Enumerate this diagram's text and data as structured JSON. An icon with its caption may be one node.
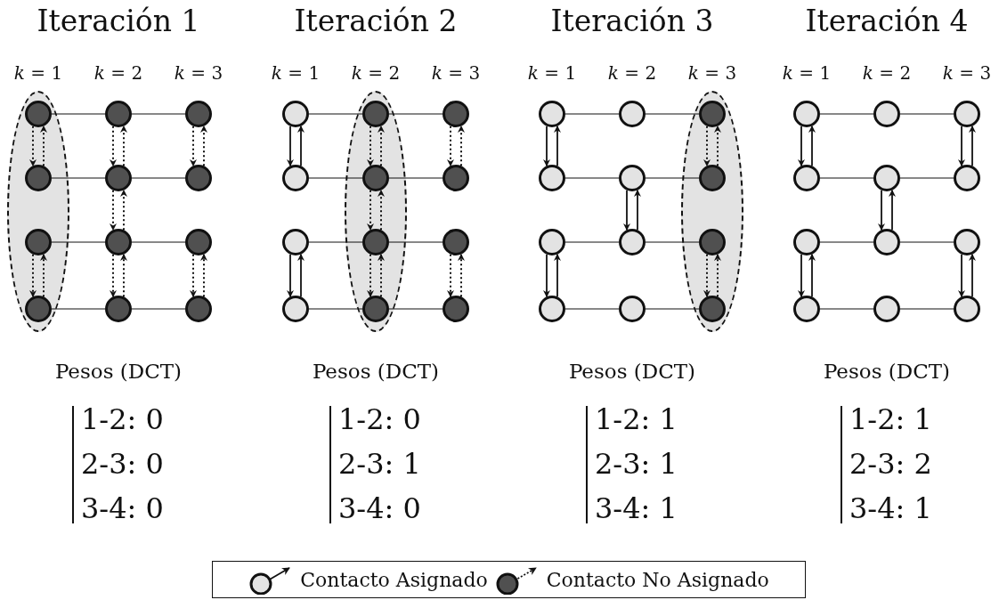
{
  "diagram": {
    "nodes": [
      {
        "text": [],
        "shape": "ellipse"
      },
      {
        "text": [],
        "shape": "circle",
        "in": 0
      },
      {
        "text": [],
        "shape": "circle"
      },
      {
        "text": [],
        "shape": "circle"
      },
      {
        "text": [],
        "shape": "circle",
        "in": 0
      },
      {
        "text": [],
        "shape": "circle"
      },
      {
        "text": [],
        "shape": "circle"
      },
      {
        "text": [],
        "shape": "circle",
        "in": 0
      },
      {
        "text": [],
        "shape": "circle"
      },
      {
        "text": [],
        "shape": "circle"
      },
      {
        "text": [],
        "shape": "circle",
        "in": 0
      },
      {
        "text": [],
        "shape": "circle"
      },
      {
        "text": [],
        "shape": "circle"
      },
      {
        "text": [],
        "shape": "ellipse"
      },
      {
        "text": [],
        "shape": "circle"
      },
      {
        "text": [],
        "shape": "circle",
        "in": 13
      },
      {
        "text": [],
        "shape": "circle"
      },
      {
        "text": [],
        "shape": "circle"
      },
      {
        "text": [],
        "shape": "circle",
        "in": 13
      },
      {
        "text": [],
        "shape": "circle"
      },
      {
        "text": [],
        "shape": "circle"
      },
      {
        "text": [],
        "shape": "circle",
        "in": 13
      },
      {
        "text": [],
        "shape": "circle"
      },
      {
        "text": [],
        "shape": "circle"
      },
      {
        "text": [],
        "shape": "circle",
        "in": 13
      },
      {
        "text": [],
        "shape": "circle"
      },
      {
        "text": [],
        "shape": "ellipse"
      },
      {
        "text": [],
        "shape": "circle"
      },
      {
        "text": [],
        "shape": "circle"
      },
      {
        "text": [],
        "shape": "circle",
        "in": 26
      },
      {
        "text": [],
        "shape": "circle"
      },
      {
        "text": [],
        "shape": "circle"
      },
      {
        "text": [],
        "shape": "circle",
        "in": 26
      },
      {
        "text": [],
        "shape": "circle"
      },
      {
        "text": [],
        "shape": "circle"
      },
      {
        "text": [],
        "shape": "circle",
        "in": 26
      },
      {
        "text": [],
        "shape": "circle"
      },
      {
        "text": [],
        "shape": "circle"
      },
      {
        "text": [],
        "shape": "circle",
        "in": 26
      },
      {
        "text": [],
        "shape": "circle"
      },
      {
        "text": [],
        "shape": "circle"
      },
      {
        "text": [],
        "shape": "circle"
      },
      {
        "text": [],
        "shape": "circle"
      },
      {
        "text": [],
        "shape": "circle"
      },
      {
        "text": [],
        "shape": "circle"
      },
      {
        "text": [],
        "shape": "circle"
      },
      {
        "text": [],
        "shape": "circle"
      },
      {
        "text": [],
        "shape": "circle"
      },
      {
        "text": [],
        "shape": "circle"
      },
      {
        "text": [],
        "shape": "circle"
      },
      {
        "text": [],
        "shape": "circle"
      }
    ],
    "edges": [
      {
        "from": 1,
        "to": 2,
        "arrow": "none"
      },
      {
        "from": 2,
        "to": 3,
        "arrow": "none"
      },
      {
        "from": 4,
        "to": 5,
        "arrow": "none"
      },
      {
        "from": 5,
        "to": 6,
        "arrow": "none"
      },
      {
        "from": 7,
        "to": 8,
        "arrow": "none"
      },
      {
        "from": 8,
        "to": 9,
        "arrow": "none"
      },
      {
        "from": 10,
        "to": 11,
        "arrow": "none"
      },
      {
        "from": 11,
        "to": 12,
        "arrow": "none"
      },
      {
        "from": 1,
        "to": 4,
        "arrow": "to",
        "style": "dashed"
      },
      {
        "from": 4,
        "to": 1,
        "arrow": "to",
        "style": "dashed"
      },
      {
        "from": 7,
        "to": 10,
        "arrow": "to",
        "style": "dashed"
      },
      {
        "from": 10,
        "to": 7,
        "arrow": "to",
        "style": "dashed"
      },
      {
        "from": 2,
        "to": 5,
        "arrow": "to",
        "style": "dashed"
      },
      {
        "from": 5,
        "to": 2,
        "arrow": "to",
        "style": "dashed"
      },
      {
        "from": 5,
        "to": 8,
        "arrow": "to",
        "style": "dashed"
      },
      {
        "from": 8,
        "to": 5,
        "arrow": "to",
        "style": "dashed"
      },
      {
        "from": 8,
        "to": 11,
        "arrow": "to",
        "style": "dashed"
      },
      {
        "from": 11,
        "to": 8,
        "arrow": "to",
        "style": "dashed"
      },
      {
        "from": 3,
        "to": 6,
        "arrow": "to",
        "style": "dashed"
      },
      {
        "from": 6,
        "to": 3,
        "arrow": "to",
        "style": "dashed"
      },
      {
        "from": 9,
        "to": 12,
        "arrow": "to",
        "style": "dashed"
      },
      {
        "from": 12,
        "to": 9,
        "arrow": "to",
        "style": "dashed"
      },
      {
        "from": 14,
        "to": 15,
        "arrow": "none"
      },
      {
        "from": 15,
        "to": 16,
        "arrow": "none"
      },
      {
        "from": 17,
        "to": 18,
        "arrow": "none"
      },
      {
        "from": 18,
        "to": 19,
        "arrow": "none"
      },
      {
        "from": 20,
        "to": 21,
        "arrow": "none"
      },
      {
        "from": 21,
        "to": 22,
        "arrow": "none"
      },
      {
        "from": 23,
        "to": 24,
        "arrow": "none"
      },
      {
        "from": 24,
        "to": 25,
        "arrow": "none"
      },
      {
        "from": 14,
        "to": 17,
        "arrow": "to"
      },
      {
        "from": 17,
        "to": 14,
        "arrow": "to"
      },
      {
        "from": 20,
        "to": 23,
        "arrow": "to"
      },
      {
        "from": 23,
        "to": 20,
        "arrow": "to"
      },
      {
        "from": 15,
        "to": 18,
        "arrow": "to",
        "style": "dashed"
      },
      {
        "from": 18,
        "to": 15,
        "arrow": "to",
        "style": "dashed"
      },
      {
        "from": 18,
        "to": 21,
        "arrow": "to",
        "style": "dashed"
      },
      {
        "from": 21,
        "to": 18,
        "arrow": "to",
        "style": "dashed"
      },
      {
        "from": 21,
        "to": 24,
        "arrow": "to",
        "style": "dashed"
      },
      {
        "from": 24,
        "to": 21,
        "arrow": "to",
        "style": "dashed"
      },
      {
        "from": 16,
        "to": 19,
        "arrow": "to",
        "style": "dashed"
      },
      {
        "from": 19,
        "to": 16,
        "arrow": "to",
        "style": "dashed"
      },
      {
        "from": 22,
        "to": 25,
        "arrow": "to",
        "style": "dashed"
      },
      {
        "from": 25,
        "to": 22,
        "arrow": "to",
        "style": "dashed"
      },
      {
        "from": 27,
        "to": 28,
        "arrow": "none"
      },
      {
        "from": 28,
        "to": 29,
        "arrow": "none"
      },
      {
        "from": 30,
        "to": 31,
        "arrow": "none"
      },
      {
        "from": 31,
        "to": 32,
        "arrow": "none"
      },
      {
        "from": 33,
        "to": 34,
        "arrow": "none"
      },
      {
        "from": 34,
        "to": 35,
        "arrow": "none"
      },
      {
        "from": 36,
        "to": 37,
        "arrow": "none"
      },
      {
        "from": 37,
        "to": 38,
        "arrow": "none"
      },
      {
        "from": 27,
        "to": 30,
        "arrow": "to"
      },
      {
        "from": 30,
        "to": 27,
        "arrow": "to"
      },
      {
        "from": 33,
        "to": 36,
        "arrow": "to"
      },
      {
        "from": 36,
        "to": 33,
        "arrow": "to"
      },
      {
        "from": 31,
        "to": 34,
        "arrow": "to"
      },
      {
        "from": 34,
        "to": 31,
        "arrow": "to"
      },
      {
        "from": 29,
        "to": 32,
        "arrow": "to",
        "style": "dashed"
      },
      {
        "from": 32,
        "to": 29,
        "arrow": "to",
        "style": "dashed"
      },
      {
        "from": 35,
        "to": 38,
        "arrow": "to",
        "style": "dashed"
      },
      {
        "from": 38,
        "to": 35,
        "arrow": "to",
        "style": "dashed"
      },
      {
        "from": 39,
        "to": 40,
        "arrow": "none"
      },
      {
        "from": 40,
        "to": 41,
        "arrow": "none"
      },
      {
        "from": 42,
        "to": 43,
        "arrow": "none"
      },
      {
        "from": 43,
        "to": 44,
        "arrow": "none"
      },
      {
        "from": 45,
        "to": 46,
        "arrow": "none"
      },
      {
        "from": 46,
        "to": 47,
        "arrow": "none"
      },
      {
        "from": 48,
        "to": 49,
        "arrow": "none"
      },
      {
        "from": 49,
        "to": 50,
        "arrow": "none"
      },
      {
        "from": 39,
        "to": 42,
        "arrow": "to"
      },
      {
        "from": 42,
        "to": 39,
        "arrow": "to"
      },
      {
        "from": 45,
        "to": 48,
        "arrow": "to"
      },
      {
        "from": 48,
        "to": 45,
        "arrow": "to"
      },
      {
        "from": 43,
        "to": 46,
        "arrow": "to"
      },
      {
        "from": 46,
        "to": 43,
        "arrow": "to"
      },
      {
        "from": 41,
        "to": 44,
        "arrow": "to"
      },
      {
        "from": 44,
        "to": 41,
        "arrow": "to"
      },
      {
        "from": 47,
        "to": 50,
        "arrow": "to"
      },
      {
        "from": 50,
        "to": 47,
        "arrow": "to"
      }
    ],
    "labels": [
      "Iteración 1",
      "*k* = 1",
      "*k* = 2",
      "*k* = 3",
      "Pesos (DCT)",
      "1-2: 0",
      "2-3: 0",
      "3-4: 0",
      "Iteración 2",
      "*k* = 1",
      "*k* = 2",
      "*k* = 3",
      "Pesos (DCT)",
      "1-2: 0",
      "2-3: 1",
      "3-4: 0",
      "Iteración 3",
      "*k* = 1",
      "*k* = 2",
      "*k* = 3",
      "Pesos (DCT)",
      "1-2: 1",
      "2-3: 1",
      "3-4: 1",
      "Iteración 4",
      "*k* = 1",
      "*k* = 2",
      "*k* = 3",
      "Pesos (DCT)",
      "1-2: 1",
      "2-3: 2",
      "3-4: 1"
    ],
    "legend": [
      {
        "text": "Contacto Asignado"
      },
      {
        "text": "Contacto No Asignado"
      }
    ]
  }
}
